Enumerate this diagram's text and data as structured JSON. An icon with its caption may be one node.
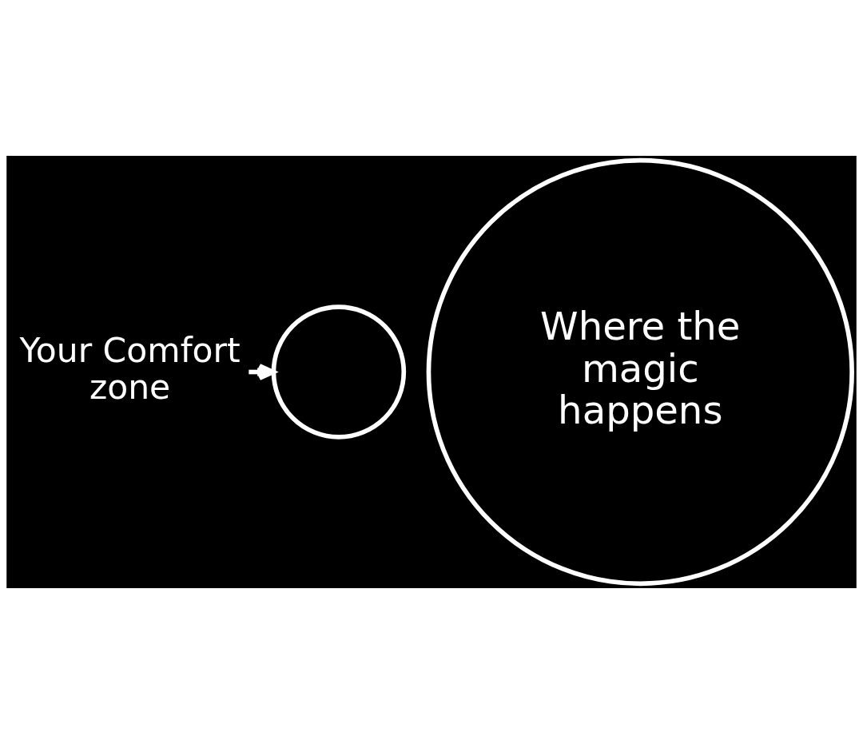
{
  "diagram": {
    "nodes": [
      {
        "text": [
          "Your Comfort zone"
        ]
      },
      {
        "text": [],
        "shape": "circle"
      },
      {
        "text": [
          "Where the magic happens"
        ]
      }
    ],
    "edges": [
      {
        "from": 0,
        "to": 1,
        "arrow": "to"
      }
    ]
  }
}
